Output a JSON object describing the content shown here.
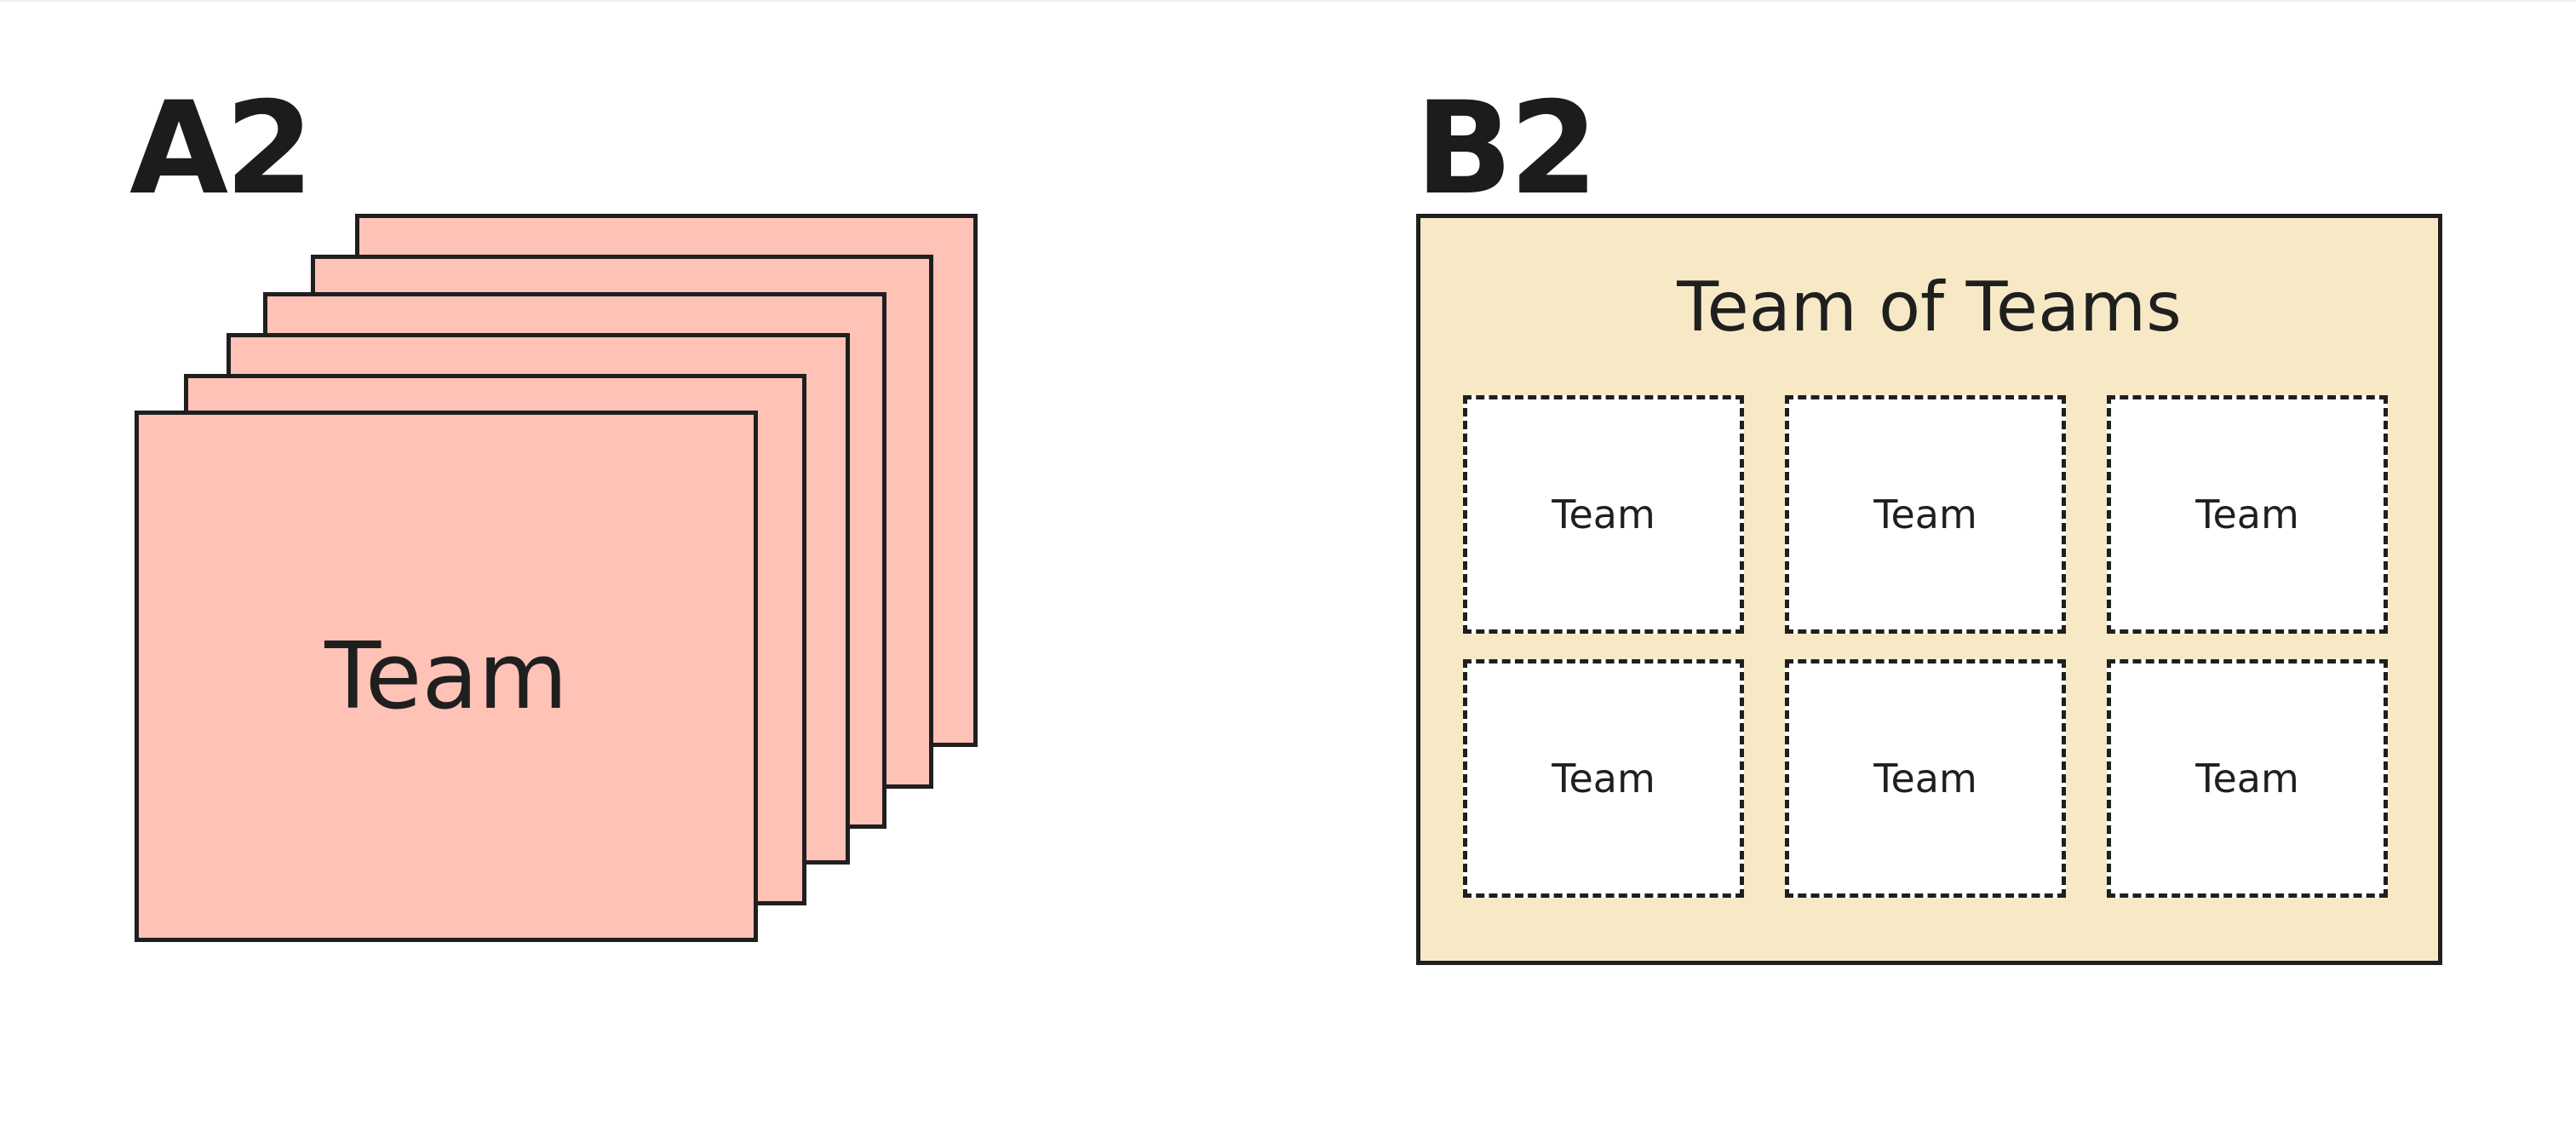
{
  "colors": {
    "team_card_fill": "#ffc2b6",
    "outer_fill": "#f7e9c6",
    "inner_fill": "#ffffff",
    "stroke": "#1f1f1f"
  },
  "panel_a": {
    "label": "A2",
    "front_team_label": "Team",
    "stack_count": 6
  },
  "panel_b": {
    "label": "B2",
    "title": "Team of Teams",
    "teams": [
      {
        "label": "Team"
      },
      {
        "label": "Team"
      },
      {
        "label": "Team"
      },
      {
        "label": "Team"
      },
      {
        "label": "Team"
      },
      {
        "label": "Team"
      }
    ]
  }
}
